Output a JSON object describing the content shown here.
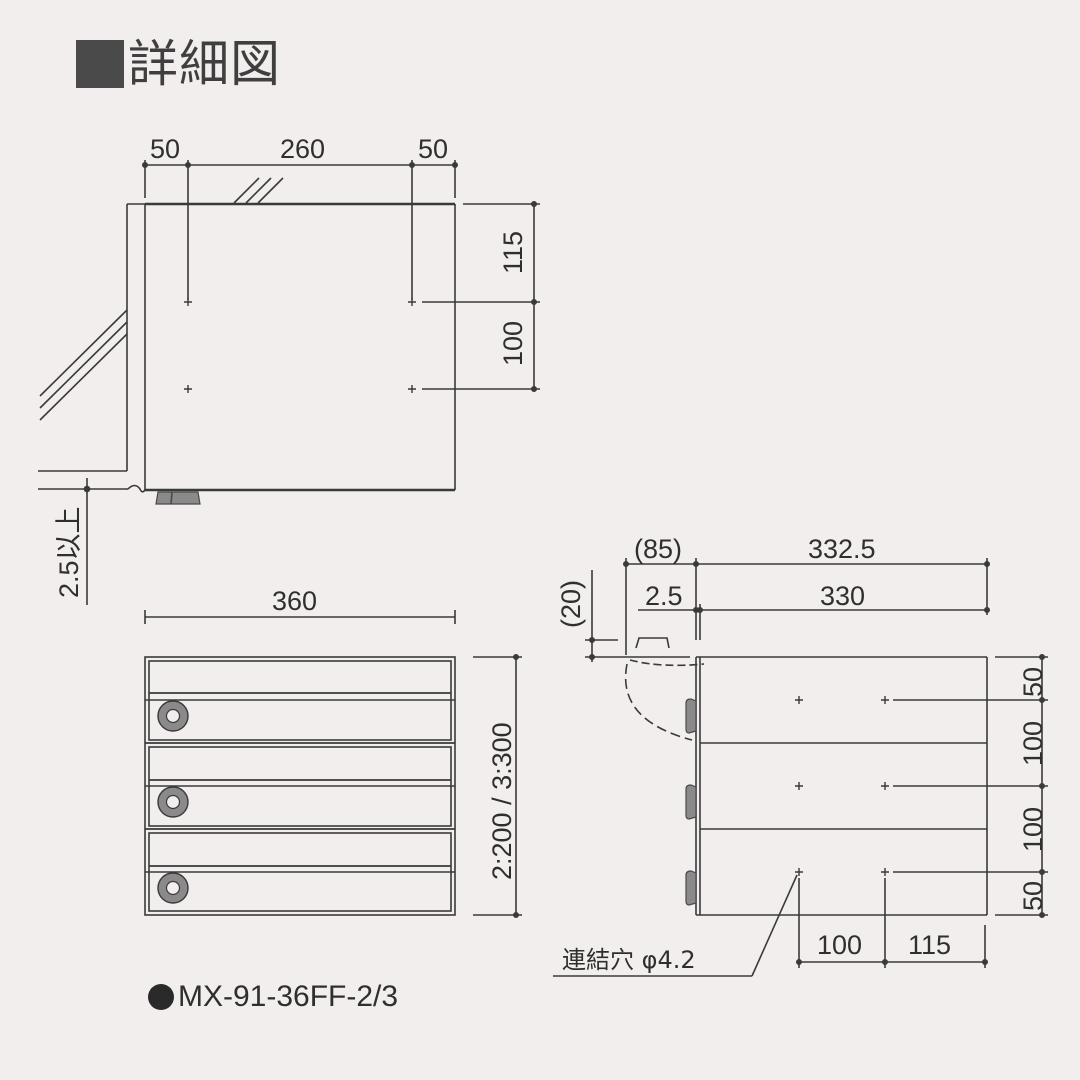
{
  "header": {
    "title": "詳細図",
    "icon": "filled-square-icon"
  },
  "colors": {
    "background": "#f1eeed",
    "line": "#3a3a3a",
    "title_square": "#4a4a4a",
    "lock_gray": "#8a8a8a"
  },
  "top_view": {
    "dims_top": [
      "50",
      "260",
      "50"
    ],
    "dims_right": [
      "115",
      "100"
    ],
    "dim_left": "2.5以上"
  },
  "front_view": {
    "dim_width": "360",
    "dim_height": "2:200 / 3:300",
    "units": 3
  },
  "side_view": {
    "dim_85": "(85)",
    "dim_332_5": "332.5",
    "dim_2_5": "2.5",
    "dim_330": "330",
    "dim_20": "(20)",
    "dims_right": [
      "50",
      "100",
      "100",
      "50"
    ],
    "dims_bottom": [
      "100",
      "115"
    ],
    "callout": "連結穴 φ4.2"
  },
  "model": {
    "bullet": "●",
    "name": "MX-91-36FF-2/3"
  }
}
